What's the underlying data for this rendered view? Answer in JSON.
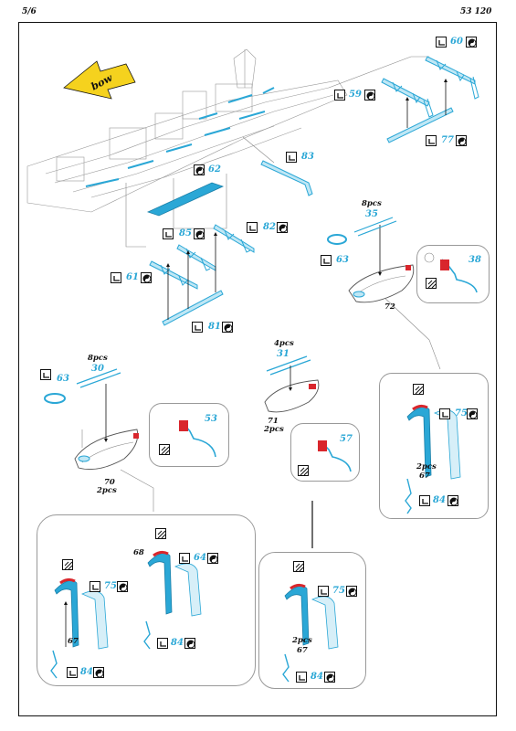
{
  "header": {
    "page": "5/6",
    "code": "53 120"
  },
  "arrow": {
    "label": "bow",
    "color": "#f5d21e"
  },
  "colors": {
    "part": "#2aa7d6",
    "part_fill": "#bfe7f5",
    "accent": "#d9262c",
    "ink": "#111111"
  },
  "parts": {
    "p60": "60",
    "p59": "59",
    "p77": "77",
    "p83": "83",
    "p62": "62",
    "p85": "85",
    "p82": "82",
    "p61": "61",
    "p81": "81",
    "p35": "35",
    "p63a": "63",
    "p38": "38",
    "p31": "31",
    "p57": "57",
    "p30": "30",
    "p63b": "63",
    "p53": "53",
    "p75a": "75",
    "p84a": "84",
    "p75b": "75",
    "p84b": "84",
    "p64": "64",
    "p84c": "84",
    "p75c": "75",
    "p84d": "84"
  },
  "labels": {
    "pcs8a": "8pcs",
    "n72": "72",
    "pcs4": "4pcs",
    "n71": "71",
    "pcs2a": "2pcs",
    "pcs8b": "8pcs",
    "n70": "70",
    "pcs2b": "2pcs",
    "pcs2c": "2pcs",
    "n67a": "67",
    "n68": "68",
    "n67b": "67",
    "pcs2d": "2pcs",
    "n67c": "67"
  },
  "icons": [
    "bend-icon",
    "yin-yang-icon",
    "hatch-icon"
  ]
}
